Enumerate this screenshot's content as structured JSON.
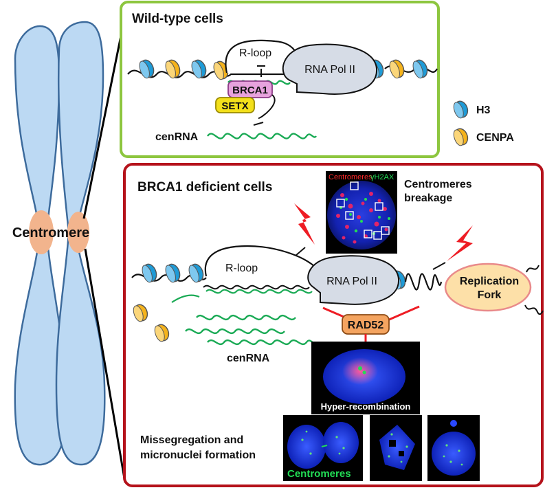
{
  "chromosome": {
    "centromere_label": "Centromere"
  },
  "wild_type": {
    "title": "Wild-type cells",
    "rloop_label": "R-loop",
    "polymerase_label": "RNA Pol II",
    "brca1_label": "BRCA1",
    "setx_label": "SETX",
    "cenrna_label": "cenRNA"
  },
  "legend": {
    "h3_label": "H3",
    "cenpa_label": "CENPA"
  },
  "deficient": {
    "title": "BRCA1 deficient cells",
    "micrograph_centromeres_label": "Centromeres",
    "micrograph_gamma_label": "γH2AX",
    "breakage_label_line1": "Centromeres",
    "breakage_label_line2": "breakage",
    "rloop_label": "R-loop",
    "polymerase_label": "RNA Pol II",
    "fork_label_line1": "Replication",
    "fork_label_line2": "Fork",
    "rad52_label": "RAD52",
    "cenrna_label": "cenRNA",
    "hyper_label": "Hyper-recombination",
    "missegregation_line1": "Missegregation and",
    "missegregation_line2": "micronuclei formation",
    "centromeres_label": "Centromeres"
  },
  "colors": {
    "wild_type_border": "#8dc63f",
    "deficient_border": "#b5121b",
    "chromosome_fill": "#bcd9f3",
    "centromere_fill": "#f2b48d",
    "h3_blue": "#1e9bd7",
    "cenpa_yellow": "#f5b31c",
    "rna_green": "#1aaa55",
    "brca1_pink": "#e7a2dd",
    "setx_yellow": "#f3e01b",
    "rad52_orange": "#f4a460",
    "fork_fill": "#fde0a8",
    "fork_border": "#e98a8a",
    "lightning_red": "#ee1c24",
    "micrograph_blue": "#0a1fcf"
  }
}
